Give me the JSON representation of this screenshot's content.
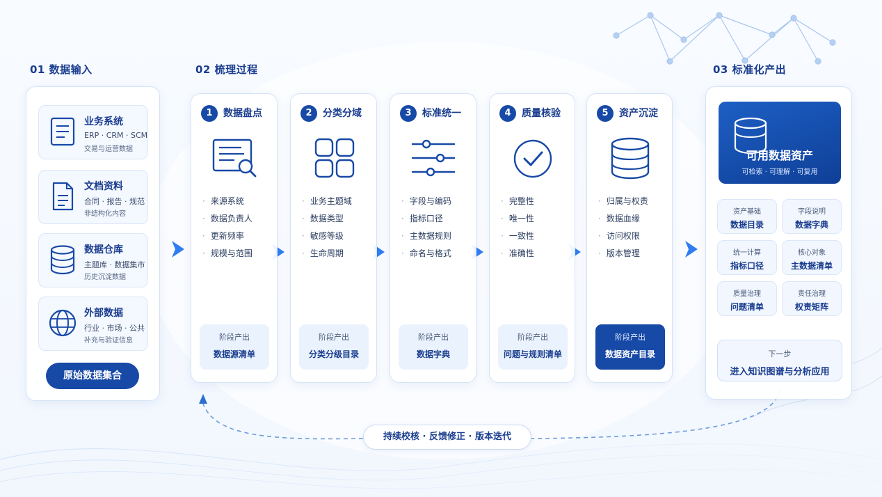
{
  "colors": {
    "primary": "#1749a6",
    "title": "#1a3d8f",
    "accent": "#2f7df0",
    "soft": "#eaf2fd"
  },
  "sections": {
    "input": "01  数据输入",
    "process": "02  梳理过程",
    "output": "03  标准化产出"
  },
  "inputs": [
    {
      "icon": "document-list-icon",
      "title": "业务系统",
      "line1": "ERP · CRM · SCM",
      "line2": "交易与运营数据"
    },
    {
      "icon": "file-icon",
      "title": "文档资料",
      "line1": "合同 · 报告 · 规范",
      "line2": "非结构化内容"
    },
    {
      "icon": "database-icon",
      "title": "数据仓库",
      "line1": "主题库 · 数据集市",
      "line2": "历史沉淀数据"
    },
    {
      "icon": "globe-icon",
      "title": "外部数据",
      "line1": "行业 · 市场 · 公共",
      "line2": "补充与验证信息"
    }
  ],
  "input_pill": "原始数据集合",
  "steps": [
    {
      "num": "1",
      "title": "数据盘点",
      "icon": "report-search-icon",
      "items": [
        "来源系统",
        "数据负责人",
        "更新频率",
        "规模与范围"
      ],
      "stage_label": "阶段产出",
      "stage_value": "数据源清单"
    },
    {
      "num": "2",
      "title": "分类分域",
      "icon": "grid-icon",
      "items": [
        "业务主题域",
        "数据类型",
        "敏感等级",
        "生命周期"
      ],
      "stage_label": "阶段产出",
      "stage_value": "分类分级目录"
    },
    {
      "num": "3",
      "title": "标准统一",
      "icon": "sliders-icon",
      "items": [
        "字段与编码",
        "指标口径",
        "主数据规则",
        "命名与格式"
      ],
      "stage_label": "阶段产出",
      "stage_value": "数据字典"
    },
    {
      "num": "4",
      "title": "质量核验",
      "icon": "check-circle-icon",
      "items": [
        "完整性",
        "唯一性",
        "一致性",
        "准确性"
      ],
      "stage_label": "阶段产出",
      "stage_value": "问题与规则清单"
    },
    {
      "num": "5",
      "title": "资产沉淀",
      "icon": "database-icon",
      "items": [
        "归属与权责",
        "数据血缘",
        "访问权限",
        "版本管理"
      ],
      "stage_label": "阶段产出",
      "stage_value": "数据资产目录"
    }
  ],
  "output": {
    "hero_title": "可用数据资产",
    "hero_sub": "可检索 · 可理解 · 可复用",
    "tiles": [
      {
        "k": "资产基础",
        "v": "数据目录"
      },
      {
        "k": "字段说明",
        "v": "数据字典"
      },
      {
        "k": "统一计算",
        "v": "指标口径"
      },
      {
        "k": "核心对象",
        "v": "主数据清单"
      },
      {
        "k": "质量治理",
        "v": "问题清单"
      },
      {
        "k": "责任治理",
        "v": "权责矩阵"
      }
    ],
    "next_label": "下一步",
    "next_value": "进入知识图谱与分析应用"
  },
  "feedback_loop": "持续校核 · 反馈修正 · 版本迭代"
}
